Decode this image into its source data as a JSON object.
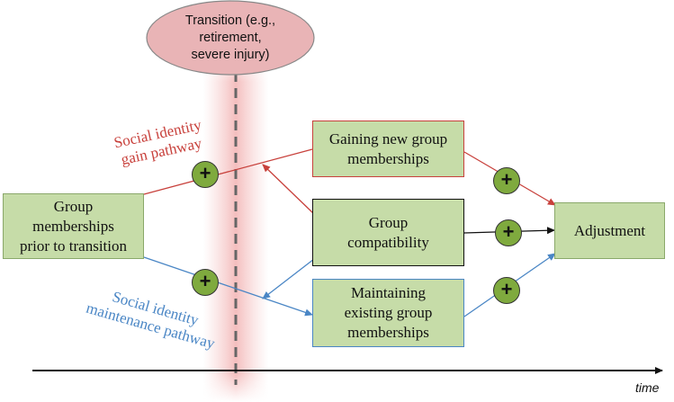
{
  "transition": {
    "lines": [
      "Transition (e.g.,",
      "retirement,",
      "severe injury)"
    ]
  },
  "boxes": {
    "prior": {
      "lines": [
        "Group",
        "memberships",
        "prior to transition"
      ]
    },
    "gaining": {
      "lines": [
        "Gaining new group",
        "memberships"
      ]
    },
    "compatibility": {
      "lines": [
        "Group",
        "compatibility"
      ]
    },
    "maintaining": {
      "lines": [
        "Maintaining",
        "existing group",
        "memberships"
      ]
    },
    "adjustment": {
      "lines": [
        "Adjustment"
      ]
    }
  },
  "pathways": {
    "gain": {
      "lines": [
        "Social identity",
        "gain pathway"
      ]
    },
    "maintenance": {
      "lines": [
        "Social identity",
        "maintenance pathway"
      ]
    }
  },
  "plus_symbol": "+",
  "time_label": "time",
  "colors": {
    "red": "#c8413c",
    "blue": "#4a86c5",
    "box_fill": "#c6dca8",
    "plus_fill": "#7faa3e",
    "ellipse_fill": "#e9b4b6",
    "glow": "#f2b7b7"
  }
}
